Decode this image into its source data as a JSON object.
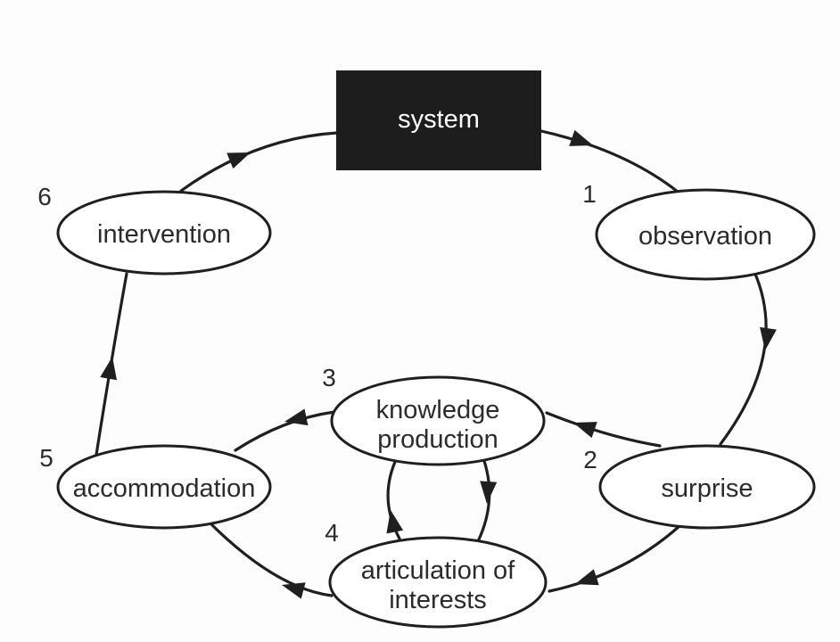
{
  "figure": {
    "type": "cycle-diagram",
    "background_color": "#fdfdfd",
    "line_color": "#1f1f1f",
    "text_color": "#2b2b2b",
    "nodes": {
      "system": {
        "label": "system",
        "shape": "rectangle",
        "fill": "#1d1d1d",
        "label_color": "#ffffff"
      },
      "observation": {
        "number": "1",
        "label": "observation",
        "shape": "ellipse"
      },
      "surprise": {
        "number": "2",
        "label": "surprise",
        "shape": "ellipse"
      },
      "knowledge_production": {
        "number": "3",
        "label_line1": "knowledge",
        "label_line2": "production",
        "shape": "ellipse"
      },
      "articulation_of_interests": {
        "number": "4",
        "label_line1": "articulation of",
        "label_line2": "interests",
        "shape": "ellipse"
      },
      "accommodation": {
        "number": "5",
        "label": "accommodation",
        "shape": "ellipse"
      },
      "intervention": {
        "number": "6",
        "label": "intervention",
        "shape": "ellipse"
      }
    },
    "edges": [
      {
        "from": "intervention",
        "to": "system"
      },
      {
        "from": "system",
        "to": "observation"
      },
      {
        "from": "observation",
        "to": "surprise"
      },
      {
        "from": "surprise",
        "to": "knowledge_production"
      },
      {
        "from": "surprise",
        "to": "articulation_of_interests"
      },
      {
        "from": "knowledge_production",
        "to": "accommodation"
      },
      {
        "from": "knowledge_production",
        "to": "articulation_of_interests"
      },
      {
        "from": "articulation_of_interests",
        "to": "knowledge_production"
      },
      {
        "from": "articulation_of_interests",
        "to": "accommodation"
      },
      {
        "from": "accommodation",
        "to": "intervention"
      }
    ]
  }
}
